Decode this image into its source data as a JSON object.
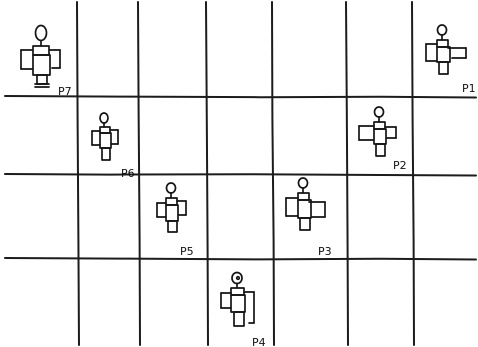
{
  "colors": {
    "ink": "#141414",
    "paper": "#ffffff"
  },
  "grid": {
    "columns": 7,
    "rows": 4
  },
  "figures": [
    {
      "id": "p1",
      "label": "P1",
      "icon": "stick-figure-icon"
    },
    {
      "id": "p2",
      "label": "P2",
      "icon": "stick-figure-icon"
    },
    {
      "id": "p3",
      "label": "P3",
      "icon": "stick-figure-icon"
    },
    {
      "id": "p4",
      "label": "P4",
      "icon": "stick-figure-icon"
    },
    {
      "id": "p5",
      "label": "P5",
      "icon": "stick-figure-icon"
    },
    {
      "id": "p6",
      "label": "P6",
      "icon": "stick-figure-icon"
    },
    {
      "id": "p7",
      "label": "P7",
      "icon": "stick-figure-icon"
    }
  ]
}
